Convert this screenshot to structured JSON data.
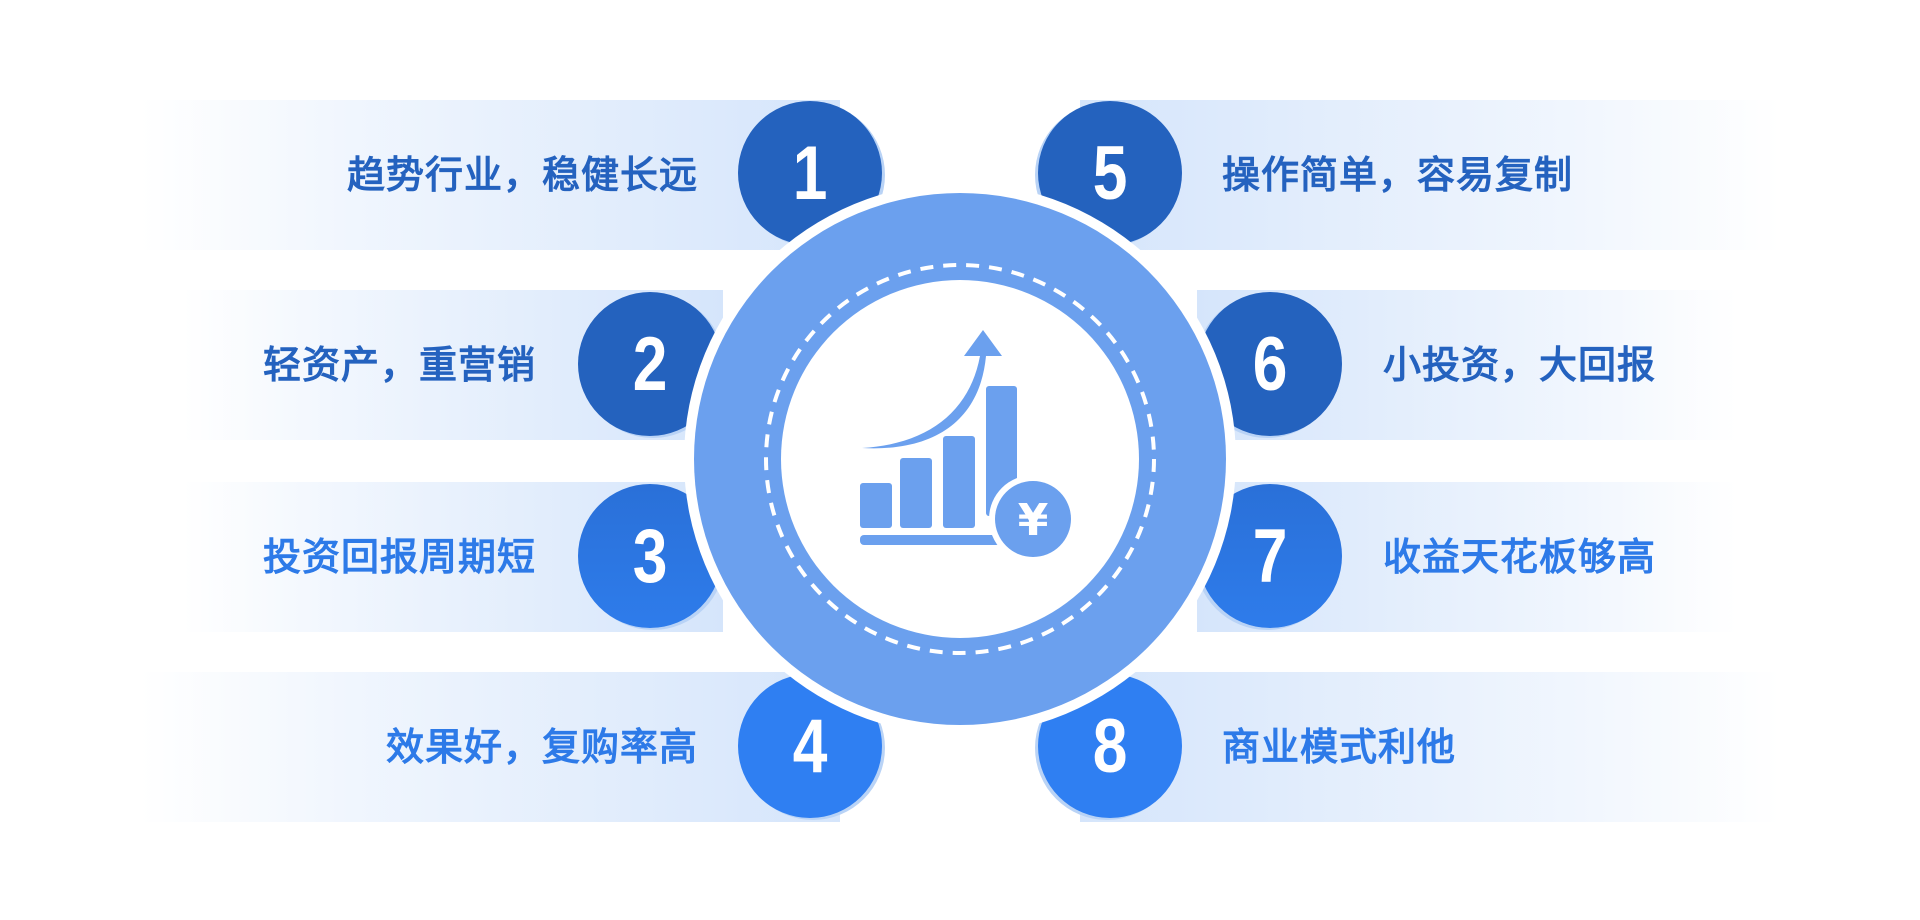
{
  "colors": {
    "hub_ring": "#6ba0ee",
    "number_dark": "#2462be",
    "number_bright": "#2f7ff2",
    "text_dark": "#2462bf",
    "text_bright": "#2d7ae8",
    "band": "#d5e5fb"
  },
  "center": {
    "icon": "bar-chart-growth-yen-icon",
    "currency_symbol": "¥"
  },
  "items": [
    {
      "number": "1",
      "label": "趋势行业，稳健长远"
    },
    {
      "number": "2",
      "label": "轻资产，重营销"
    },
    {
      "number": "3",
      "label": "投资回报周期短"
    },
    {
      "number": "4",
      "label": "效果好，复购率高"
    },
    {
      "number": "5",
      "label": "操作简单，容易复制"
    },
    {
      "number": "6",
      "label": "小投资，大回报"
    },
    {
      "number": "7",
      "label": "收益天花板够高"
    },
    {
      "number": "8",
      "label": "商业模式利他"
    }
  ]
}
